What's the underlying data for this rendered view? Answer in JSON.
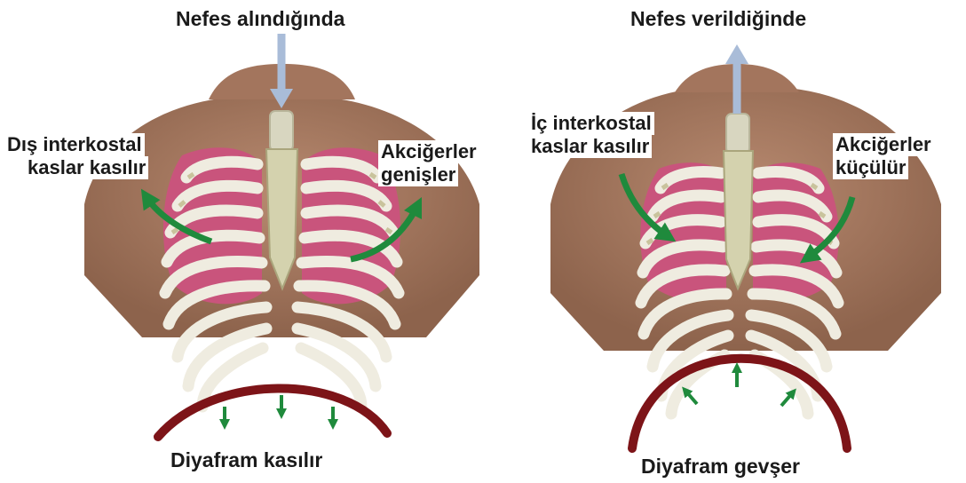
{
  "left_panel": {
    "title": "Nefes alındığında",
    "muscle_label_line1": "Dış interkostal",
    "muscle_label_line2": "kaslar kasılır",
    "lung_label_line1": "Akciğerler",
    "lung_label_line2": "genişler",
    "diaphragm_label": "Diyafram kasılır",
    "air_arrow_direction": "down",
    "diaphragm_arrow_direction": "down"
  },
  "right_panel": {
    "title": "Nefes verildiğinde",
    "muscle_label_line1": "İç interkostal",
    "muscle_label_line2": "kaslar kasılır",
    "lung_label_line1": "Akciğerler",
    "lung_label_line2": "küçülür",
    "diaphragm_label": "Diyafram gevşer",
    "air_arrow_direction": "up",
    "diaphragm_arrow_direction": "up"
  },
  "colors": {
    "skin": "#a77a62",
    "skin_dark": "#8a5f49",
    "rib": "#efece0",
    "rib_edge": "#c9c39c",
    "lung": "#c9547c",
    "lung_light": "#e08aa6",
    "spine": "#d4d2ae",
    "diaphragm": "#7d1418",
    "arrow_green": "#1f8a3c",
    "air_arrow": "#a9bcd8"
  }
}
